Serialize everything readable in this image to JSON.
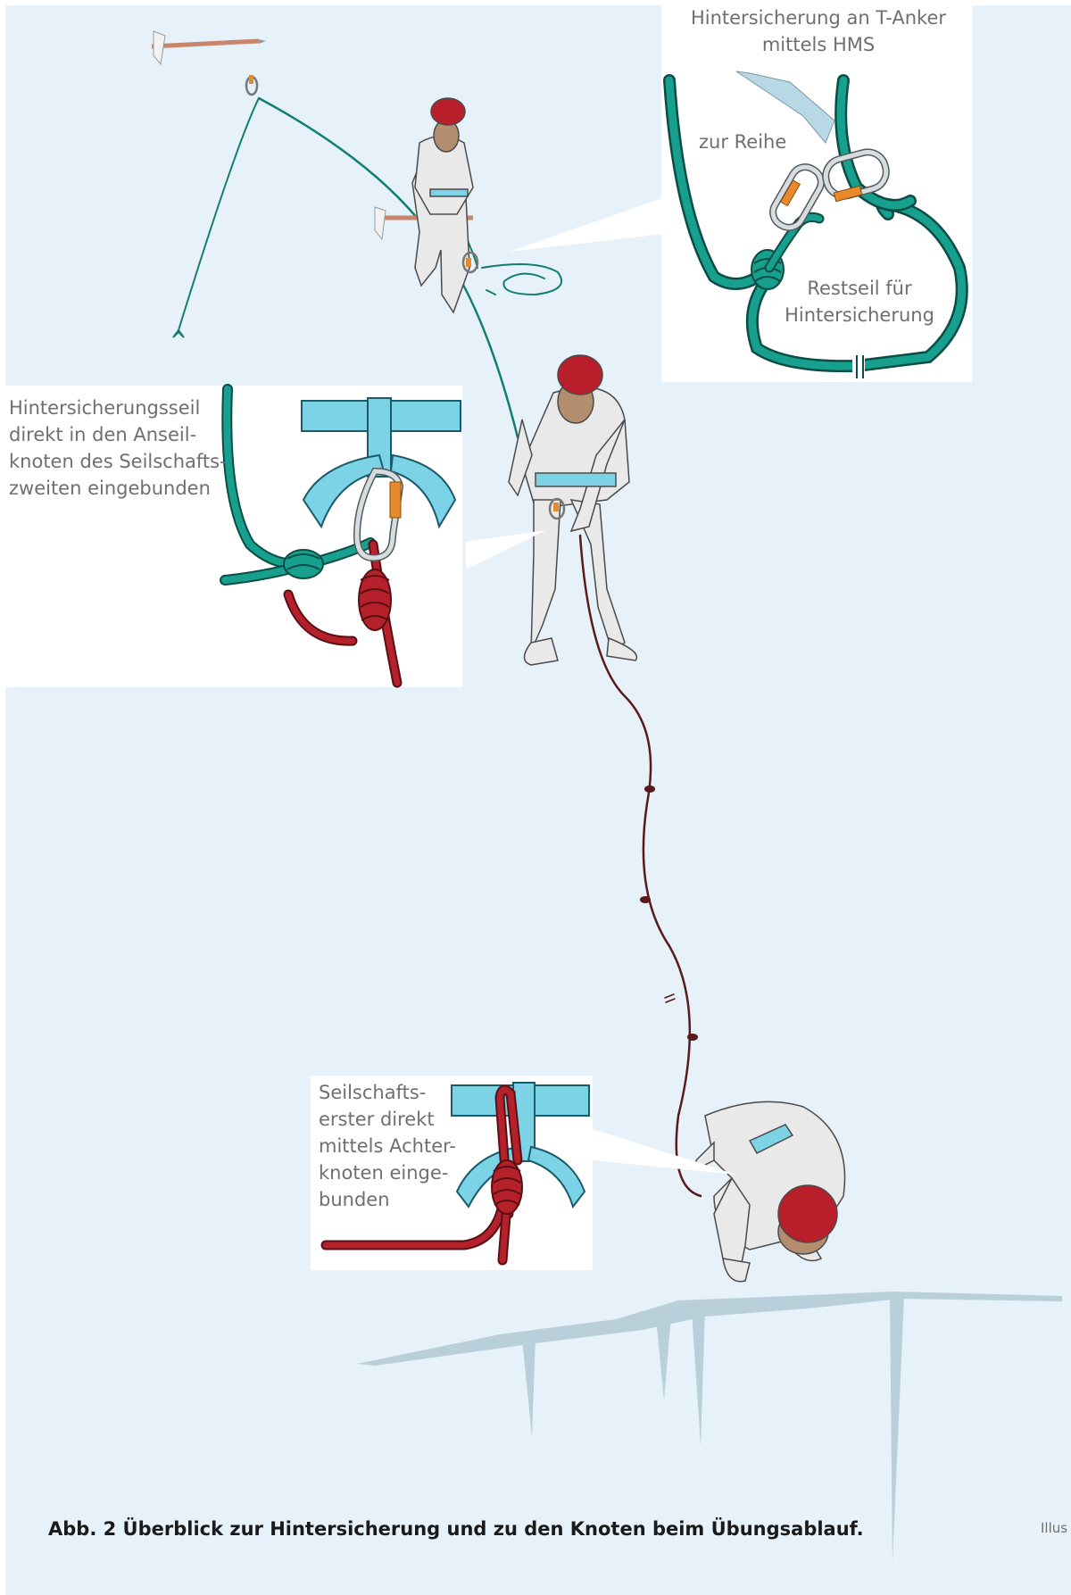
{
  "colors": {
    "background": "#e6f1f9",
    "rope_teal": "#17a08e",
    "rope_red": "#b5212b",
    "helmet": "#b91f2a",
    "harness": "#7dd3e6",
    "skin": "#b28d6e",
    "figure": "#e9e9e9",
    "lock_orange": "#e88a2a",
    "ice_crack": "#b9cfd9"
  },
  "callouts": {
    "t_anchor": {
      "title_line1": "Hintersicherung an T-Anker",
      "title_line2": "mittels HMS",
      "label_row": "zur Reihe",
      "label_rest_line1": "Restseil für",
      "label_rest_line2": "Hintersicherung"
    },
    "second": {
      "line1": "Hintersicherungsseil",
      "line2": "direkt in den Anseil-",
      "line3": "knoten des Seilschafts-",
      "line4": "zweiten eingebunden"
    },
    "first": {
      "line1": "Seilschafts-",
      "line2": "erster direkt",
      "line3": "mittels Achter-",
      "line4": "knoten einge-",
      "line5": "bunden"
    }
  },
  "caption": "Abb. 2 Überblick zur Hintersicherung und zu den Knoten beim Übungsablauf.",
  "credit": "Illus",
  "icons": [
    "ice-axe-icon",
    "carabiner-icon",
    "climber-figure-icon",
    "helmet-icon",
    "harness-icon",
    "figure-eight-knot-icon"
  ]
}
